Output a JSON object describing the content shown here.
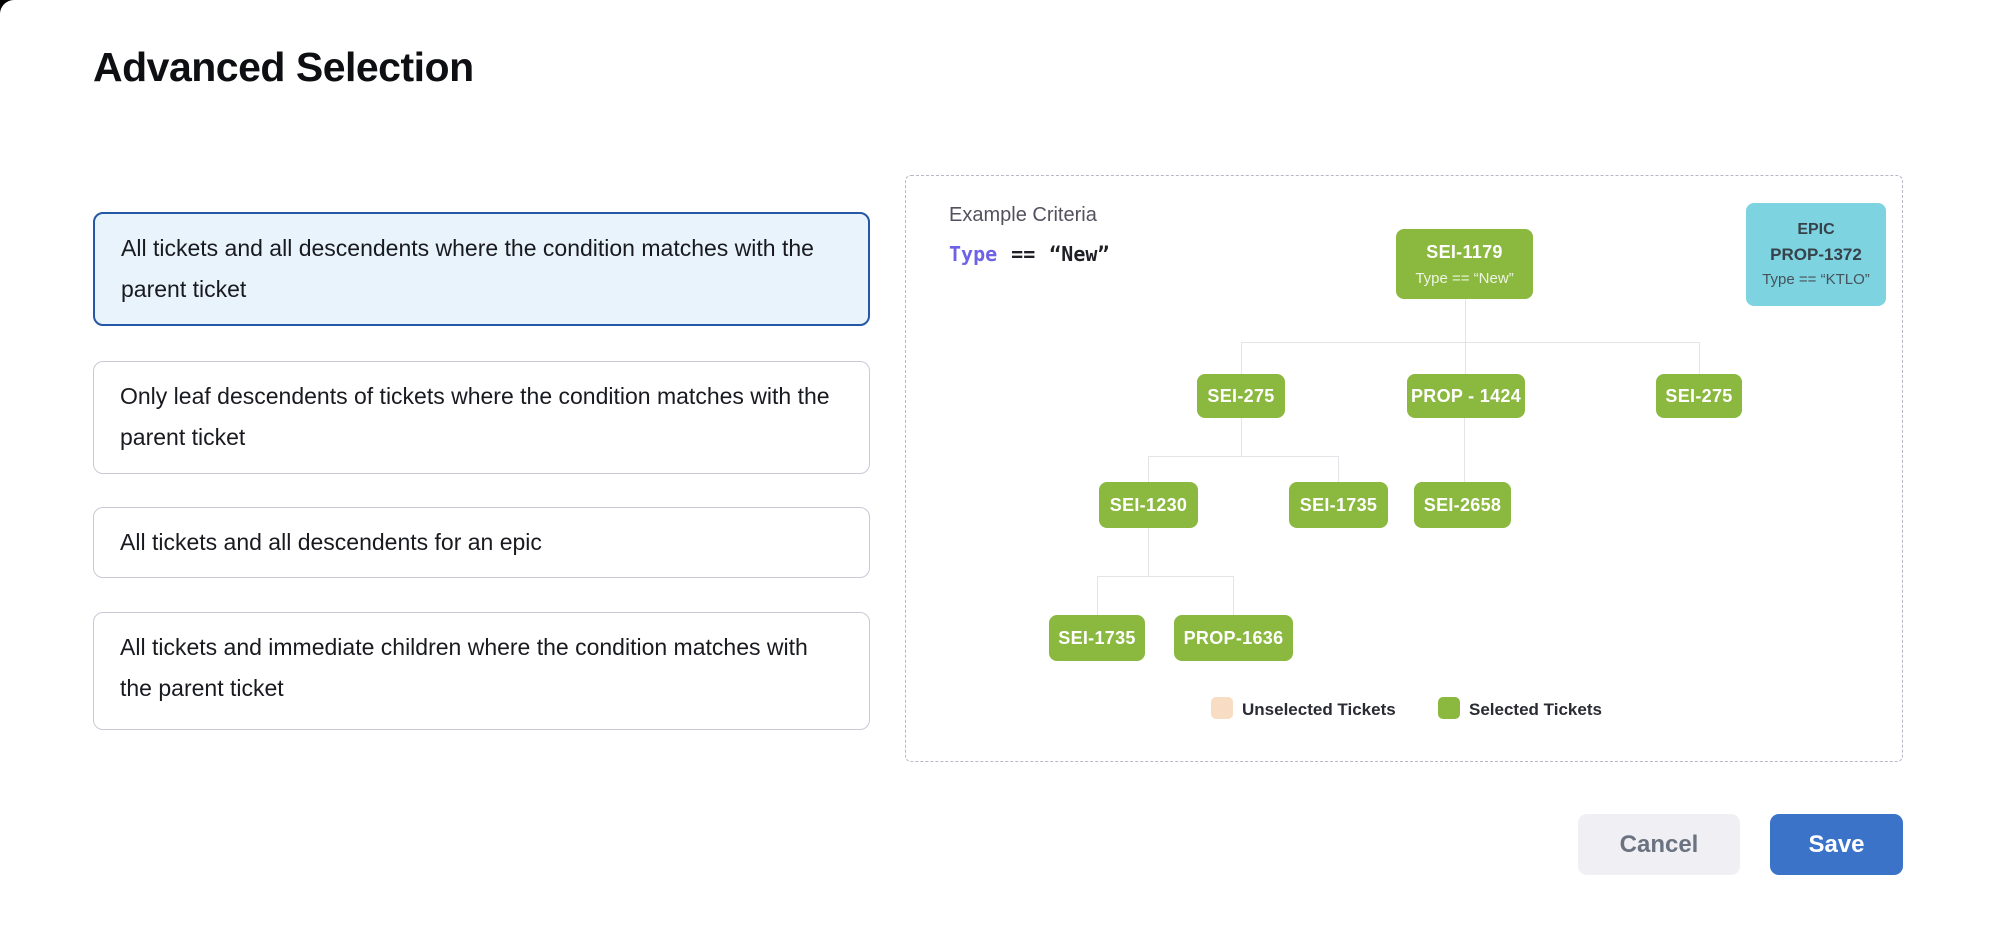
{
  "title": "Advanced Selection",
  "cards": [
    {
      "text": "All tickets and all descendents where the condition matches with the parent ticket",
      "selected": true
    },
    {
      "text": "Only leaf descendents of tickets where the condition matches with the parent ticket",
      "selected": false
    },
    {
      "text": "All tickets and all descendents for an epic",
      "selected": false
    },
    {
      "text": "All tickets and immediate children where the condition matches with the parent ticket",
      "selected": false
    }
  ],
  "panel": {
    "criteria_label": "Example Criteria",
    "criteria": {
      "field": "Type",
      "operator": "==",
      "value": "“New”"
    },
    "epic": {
      "tag": "EPIC",
      "id": "PROP-1372",
      "condition": "Type == “KTLO”"
    },
    "tree": {
      "root": {
        "label": "SEI-1179",
        "condition": "Type == “New”"
      },
      "nodes": [
        "SEI-275",
        "PROP - 1424",
        "SEI-275",
        "SEI-1230",
        "SEI-1735",
        "SEI-2658",
        "SEI-1735",
        "PROP-1636"
      ]
    },
    "legend": [
      {
        "label": "Unselected Tickets",
        "color": "#f8dcc3"
      },
      {
        "label": "Selected Tickets",
        "color": "#8bb83f"
      }
    ]
  },
  "footer": {
    "cancel_label": "Cancel",
    "save_label": "Save"
  },
  "colors": {
    "selected_node_green": "#8bb83f",
    "unselected_peach": "#f8dcc3",
    "epic_cyan": "#7ed3e1",
    "selected_card_border": "#2457a5",
    "selected_card_bg": "#e9f3fc",
    "save_button_blue": "#3b73c9",
    "criteria_field_purple": "#6e63e6"
  }
}
